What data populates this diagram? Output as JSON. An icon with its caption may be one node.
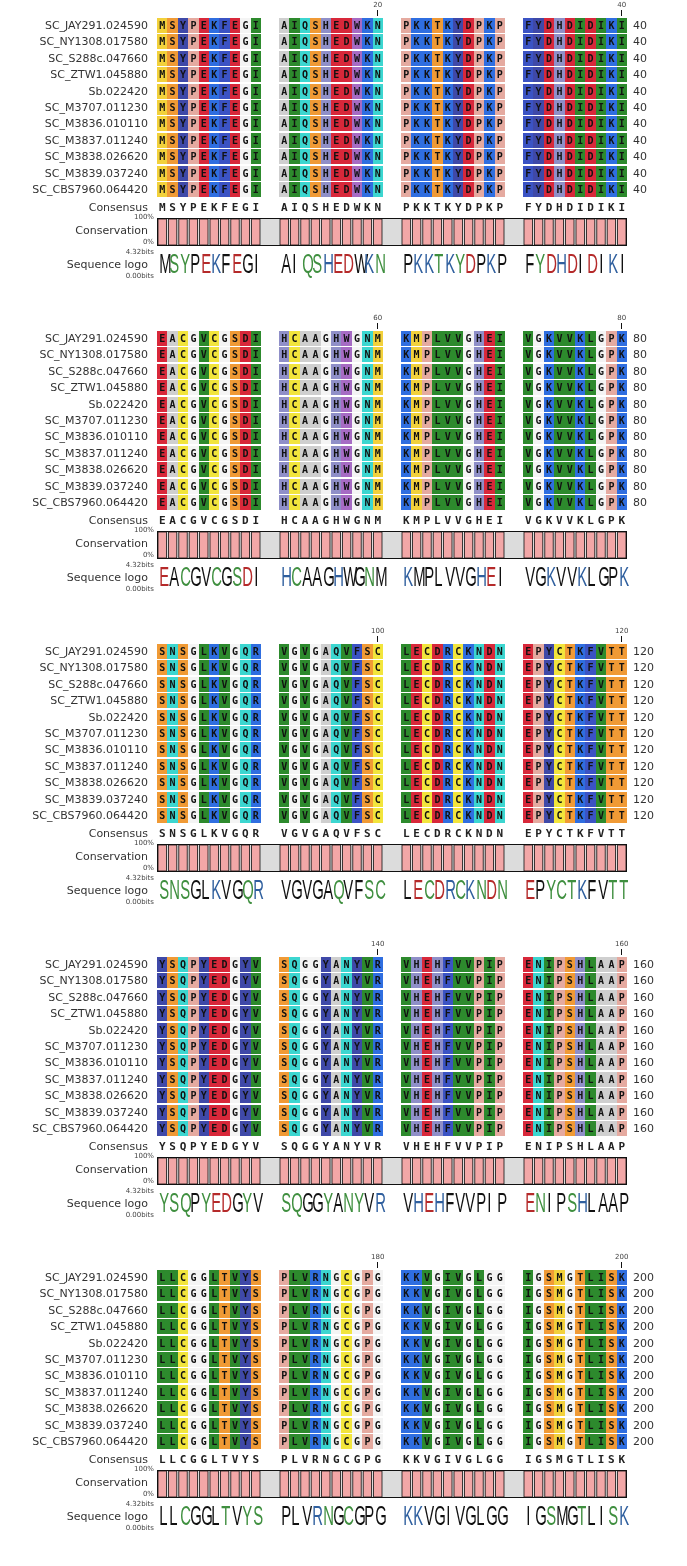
{
  "diagram": {
    "labels": [
      "20",
      "40",
      "SC_JAY291.024590",
      "MSYPEKFEGI",
      "AIQSHEDWKN",
      "PKKTKYDPKP",
      "FYDHDIDIKI",
      "40",
      "SC_NY1308.017580",
      "MSYPEKFEGI",
      "AIQSHEDWKN",
      "PKKTKYDPKP",
      "FYDHDIDIKI",
      "40",
      "SC_S288c.047660",
      "MSYPEKFEGI",
      "AIQSHEDWKN",
      "PKKTKYDPKP",
      "FYDHDIDIKI",
      "40",
      "SC_ZTW1.045880",
      "MSYPEKFEGI",
      "AIQSHEDWKN",
      "PKKTKYDPKP",
      "FYDHDIDIKI",
      "40",
      "Sb.022420",
      "MSYPEKFEGI",
      "AIQSHEDWKN",
      "PKKTKYDPKP",
      "FYDHDIDIKI",
      "40",
      "SC_M3707.011230",
      "MSYPEKFEGI",
      "AIQSHEDWKN",
      "PKKTKYDPKP",
      "FYDHDIDIKI",
      "40",
      "SC_M3836.010110",
      "MSYPEKFEGI",
      "AIQSHEDWKN",
      "PKKTKYDPKP",
      "FYDHDIDIKI",
      "40",
      "SC_M3837.011240",
      "MSYPEKFEGI",
      "AIQSHEDWKN",
      "PKKTKYDPKP",
      "FYDHDIDIKI",
      "40",
      "SC_M3838.026620",
      "MSYPEKFEGI",
      "AIQSHEDWKN",
      "PKKTKYDPKP",
      "FYDHDIDIKI",
      "40",
      "SC_M3839.037240",
      "MSYPEKFEGI",
      "AIQSHEDWKN",
      "PKKTKYDPKP",
      "FYDHDIDIKI",
      "40",
      "SC_CBS7960.064420",
      "MSYPEKFEGI",
      "AIQSHEDWKN",
      "PKKTKYDPKP",
      "FYDHDIDIKI",
      "40",
      "Consensus",
      "MSYPEKFEGI",
      "AIQSHEDWKN",
      "PKKTKYDPKP",
      "FYDHDIDIKI",
      "100%",
      "Conservation",
      "0%",
      "4.32bits",
      "Sequence logo",
      "0.00bits",
      "MSYPEKFEGI",
      "AIQSHEDWKN",
      "PKKTKYDPKP",
      "FYDHDIDIKI",
      "60",
      "80",
      "SC_JAY291.024590",
      "EACGVCGSDI",
      "HCAAGHWGNM",
      "KMPLVVGHEI",
      "VGKVVKLGPK",
      "80",
      "SC_NY1308.017580",
      "EACGVCGSDI",
      "HCAAGHWGNM",
      "KMPLVVGHEI",
      "VGKVVKLGPK",
      "80",
      "SC_S288c.047660",
      "EACGVCGSDI",
      "HCAAGHWGNM",
      "KMPLVVGHEI",
      "VGKVVKLGPK",
      "80",
      "SC_ZTW1.045880",
      "EACGVCGSDI",
      "HCAAGHWGNM",
      "KMPLVVGHEI",
      "VGKVVKLGPK",
      "80",
      "Sb.022420",
      "EACGVCGSDI",
      "HCAAGHWGNM",
      "KMPLVVGHEI",
      "VGKVVKLGPK",
      "80",
      "SC_M3707.011230",
      "EACGVCGSDI",
      "HCAAGHWGNM",
      "KMPLVVGHEI",
      "VGKVVKLGPK",
      "80",
      "SC_M3836.010110",
      "EACGVCGSDI",
      "HCAAGHWGNM",
      "KMPLVVGHEI",
      "VGKVVKLGPK",
      "80",
      "SC_M3837.011240",
      "EACGVCGSDI",
      "HCAAGHWGNM",
      "KMPLVVGHEI",
      "VGKVVKLGPK",
      "80",
      "SC_M3838.026620",
      "EACGVCGSDI",
      "HCAAGHWGNM",
      "KMPLVVGHEI",
      "VGKVVKLGPK",
      "80",
      "SC_M3839.037240",
      "EACGVCGSDI",
      "HCAAGHWGNM",
      "KMPLVVGHEI",
      "VGKVVKLGPK",
      "80",
      "SC_CBS7960.064420",
      "EACGVCGSDI",
      "HCAAGHWGNM",
      "KMPLVVGHEI",
      "VGKVVKLGPK",
      "80",
      "Consensus",
      "EACGVCGSDI",
      "HCAAGHWGNM",
      "KMPLVVGHEI",
      "VGKVVKLGPK",
      "100%",
      "Conservation",
      "0%",
      "4.32bits",
      "Sequence logo",
      "0.00bits",
      "EACGVCGSDI",
      "HCAAGHWGNM",
      "KMPLVVGHEI",
      "VGKVVKLGPK",
      "100",
      "120",
      "SC_JAY291.024590",
      "SNSGLKVGQR",
      "VGVGAQVFSC",
      "LECDRCKNDN",
      "EPYCTKFVTT",
      "120",
      "SC_NY1308.017580",
      "SNSGLKVGQR",
      "VGVGAQVFSC",
      "LECDRCKNDN",
      "EPYCTKFVTT",
      "120",
      "SC_S288c.047660",
      "SNSGLKVGQR",
      "VGVGAQVFSC",
      "LECDRCKNDN",
      "EPYCTKFVTT",
      "120",
      "SC_ZTW1.045880",
      "SNSGLKVGQR",
      "VGVGAQVFSC",
      "LECDRCKNDN",
      "EPYCTKFVTT",
      "120",
      "Sb.022420",
      "SNSGLKVGQR",
      "VGVGAQVFSC",
      "LECDRCKNDN",
      "EPYCTKFVTT",
      "120",
      "SC_M3707.011230",
      "SNSGLKVGQR",
      "VGVGAQVFSC",
      "LECDRCKNDN",
      "EPYCTKFVTT",
      "120",
      "SC_M3836.010110",
      "SNSGLKVGQR",
      "VGVGAQVFSC",
      "LECDRCKNDN",
      "EPYCTKFVTT",
      "120",
      "SC_M3837.011240",
      "SNSGLKVGQR",
      "VGVGAQVFSC",
      "LECDRCKNDN",
      "EPYCTKFVTT",
      "120",
      "SC_M3838.026620",
      "SNSGLKVGQR",
      "VGVGAQVFSC",
      "LECDRCKNDN",
      "EPYCTKFVTT",
      "120",
      "SC_M3839.037240",
      "SNSGLKVGQR",
      "VGVGAQVFSC",
      "LECDRCKNDN",
      "EPYCTKFVTT",
      "120",
      "SC_CBS7960.064420",
      "SNSGLKVGQR",
      "VGVGAQVFSC",
      "LECDRCKNDN",
      "EPYCTKFVTT",
      "120",
      "Consensus",
      "SNSGLKVGQR",
      "VGVGAQVFSC",
      "LECDRCKNDN",
      "EPYCTKFVTT",
      "100%",
      "Conservation",
      "0%",
      "4.32bits",
      "Sequence logo",
      "0.00bits",
      "SNSGLKVGQR",
      "VGVGAQVFSC",
      "LECDRCKNDN",
      "EPYCTKFVTT",
      "140",
      "160",
      "SC_JAY291.024590",
      "YSQPYEDGYV",
      "SQGGYANYVR",
      "VHEHFVVPIP",
      "ENIPSHLAAP",
      "160",
      "SC_NY1308.017580",
      "YSQPYEDGYV",
      "SQGGYANYVR",
      "VHEHFVVPIP",
      "ENIPSHLAAP",
      "160",
      "SC_S288c.047660",
      "YSQPYEDGYV",
      "SQGGYANYVR",
      "VHEHFVVPIP",
      "ENIPSHLAAP",
      "160",
      "SC_ZTW1.045880",
      "YSQPYEDGYV",
      "SQGGYANYVR",
      "VHEHFVVPIP",
      "ENIPSHLAAP",
      "160",
      "Sb.022420",
      "YSQPYEDGYV",
      "SQGGYANYVR",
      "VHEHFVVPIP",
      "ENIPSHLAAP",
      "160",
      "SC_M3707.011230",
      "YSQPYEDGYV",
      "SQGGYANYVR",
      "VHEHFVVPIP",
      "ENIPSHLAAP",
      "160",
      "SC_M3836.010110",
      "YSQPYEDGYV",
      "SQGGYANYVR",
      "VHEHFVVPIP",
      "ENIPSHLAAP",
      "160",
      "SC_M3837.011240",
      "YSQPYEDGYV",
      "SQGGYANYVR",
      "VHEHFVVPIP",
      "ENIPSHLAAP",
      "160",
      "SC_M3838.026620",
      "YSQPYEDGYV",
      "SQGGYANYVR",
      "VHEHFVVPIP",
      "ENIPSHLAAP",
      "160",
      "SC_M3839.037240",
      "YSQPYEDGYV",
      "SQGGYANYVR",
      "VHEHFVVPIP",
      "ENIPSHLAAP",
      "160",
      "SC_CBS7960.064420",
      "YSQPYEDGYV",
      "SQGGYANYVR",
      "VHEHFVVPIP",
      "ENIPSHLAAP",
      "160",
      "Consensus",
      "YSQPYEDGYV",
      "SQGGYANYVR",
      "VHEHFVVPIP",
      "ENIPSHLAAP",
      "100%",
      "Conservation",
      "0%",
      "4.32bits",
      "Sequence logo",
      "0.00bits",
      "YSQPYEDGYV",
      "SQGGYANYVR",
      "VHEHFVVPIP",
      "ENIPSHLAAP",
      "180",
      "200",
      "SC_JAY291.024590",
      "LLCGGLTVYS",
      "PLVRNGCGPG",
      "KKVGIVGLGG",
      "IGSMGTLISK",
      "200",
      "SC_NY1308.017580",
      "LLCGGLTVYS",
      "PLVRNGCGPG",
      "KKVGIVGLGG",
      "IGSMGTLISK",
      "200",
      "SC_S288c.047660",
      "LLCGGLTVYS",
      "PLVRNGCGPG",
      "KKVGIVGLGG",
      "IGSMGTLISK",
      "200",
      "SC_ZTW1.045880",
      "LLCGGLTVYS",
      "PLVRNGCGPG",
      "KKVGIVGLGG",
      "IGSMGTLISK",
      "200",
      "Sb.022420",
      "LLCGGLTVYS",
      "PLVRNGCGPG",
      "KKVGIVGLGG",
      "IGSMGTLISK",
      "200",
      "SC_M3707.011230",
      "LLCGGLTVYS",
      "PLVRNGCGPG",
      "KKVGIVGLGG",
      "IGSMGTLISK",
      "200",
      "SC_M3836.010110",
      "LLCGGLTVYS",
      "PLVRNGCGPG",
      "KKVGIVGLGG",
      "IGSMGTLISK",
      "200",
      "SC_M3837.011240",
      "LLCGGLTVYS",
      "PLVRNGCGPG",
      "KKVGIVGLGG",
      "IGSMGTLISK",
      "200",
      "SC_M3838.026620",
      "LLCGGLTVYS",
      "PLVRNGCGPG",
      "KKVGIVGLGG",
      "IGSMGTLISK",
      "200",
      "SC_M3839.037240",
      "LLCGGLTVYS",
      "PLVRNGCGPG",
      "KKVGIVGLGG",
      "IGSMGTLISK",
      "200",
      "SC_CBS7960.064420",
      "LLCGGLTVYS",
      "PLVRNGCGPG",
      "KKVGIVGLGG",
      "IGSMGTLISK",
      "200",
      "Consensus",
      "LLCGGLTVYS",
      "PLVRNGCGPG",
      "KKVGIVGLGG",
      "IGSMGTLISK",
      "100%",
      "Conservation",
      "0%",
      "4.32bits",
      "Sequence logo",
      "0.00bits",
      "LLCGGLTVYS",
      "PLVRNGCGPG",
      "KKVGIVGLGG",
      "IGSMGTLISK"
    ]
  }
}
